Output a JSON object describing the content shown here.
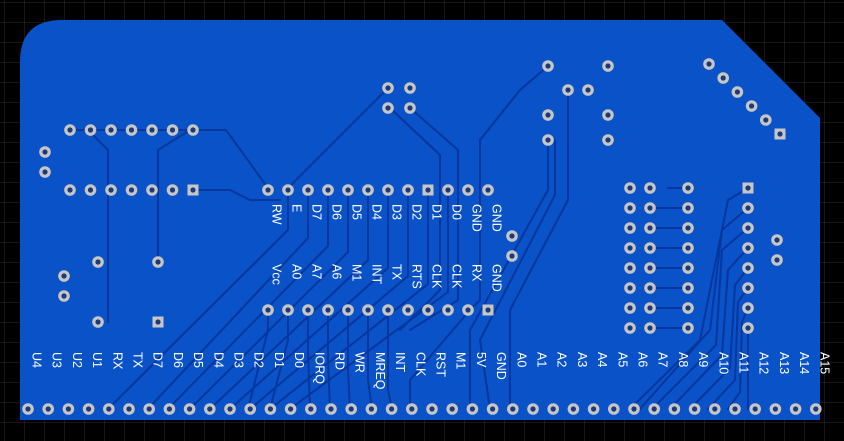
{
  "colors": {
    "background": "#000000",
    "grid": "#2e2e2e",
    "board": "#0a52c8",
    "trace": "#07369c",
    "pad_ring": "#c6c6c6",
    "pad_hole": "#1c3a78",
    "silk": "#ffffff"
  },
  "header_top_row_labels": [
    "RW",
    "E",
    "D7",
    "D6",
    "D5",
    "D4",
    "D3",
    "D2",
    "D1",
    "D0",
    "GND",
    "GND"
  ],
  "header_bottom_row_labels": [
    "Vcc",
    "A0",
    "A7",
    "A6",
    "M1",
    "INT",
    "TX",
    "RTS",
    "CLK",
    "CLK",
    "RX",
    "GND"
  ],
  "edge_connector_labels": [
    "U4",
    "U3",
    "U2",
    "U1",
    "RX",
    "TX",
    "D7",
    "D6",
    "D5",
    "D4",
    "D3",
    "D2",
    "D1",
    "D0",
    "IORQ",
    "RD",
    "WR",
    "MREQ",
    "INT",
    "CLK",
    "RST",
    "M1",
    "5V",
    "GND",
    "A0",
    "A1",
    "A2",
    "A3",
    "A4",
    "A5",
    "A6",
    "A7",
    "A8",
    "A9",
    "A10",
    "A11",
    "A12",
    "A13",
    "A14",
    "A15"
  ]
}
